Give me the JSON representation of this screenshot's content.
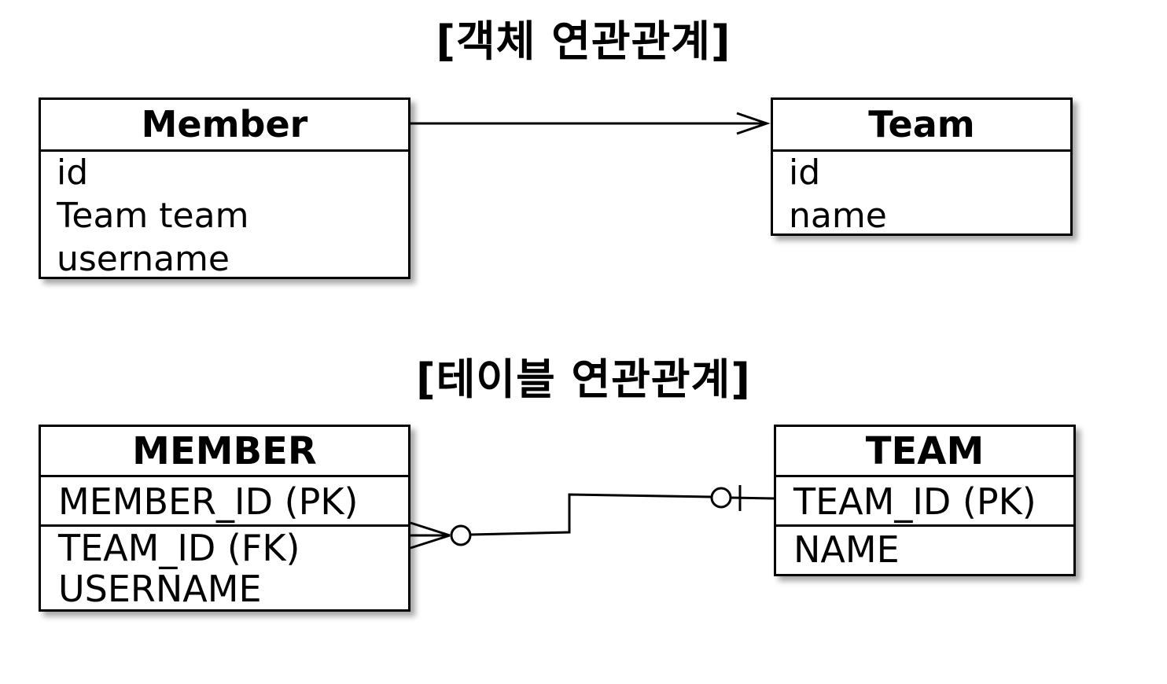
{
  "titles": {
    "object": "[객체 연관관계]",
    "table": "[테이블 연관관계]"
  },
  "object_diagram": {
    "member": {
      "name": "Member",
      "fields": [
        "id",
        "Team team",
        "username"
      ]
    },
    "team": {
      "name": "Team",
      "fields": [
        "id",
        "name"
      ]
    }
  },
  "table_diagram": {
    "member": {
      "name": "MEMBER",
      "fields": [
        "MEMBER_ID (PK)",
        "TEAM_ID (FK)",
        "USERNAME"
      ]
    },
    "team": {
      "name": "TEAM",
      "fields": [
        "TEAM_ID (PK)",
        "NAME"
      ]
    }
  },
  "relationships": {
    "object_link": "directed association arrow",
    "table_link": "crow's foot: many-optional to one-optional"
  }
}
